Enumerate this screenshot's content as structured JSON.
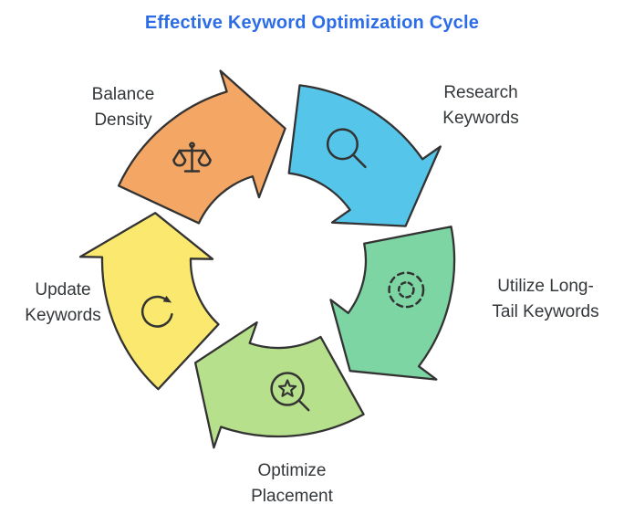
{
  "title": {
    "text": "Effective Keyword Optimization Cycle",
    "color": "#2c6ce6"
  },
  "diagram": {
    "stroke_color": "#333333",
    "label_color": "#33373a",
    "background": "#ffffff",
    "segments": [
      {
        "id": "research-keywords",
        "label": "Research\nKeywords",
        "color": "#55c6ea",
        "icon": "search-icon"
      },
      {
        "id": "utilize-long-tail",
        "label": "Utilize Long-\nTail Keywords",
        "color": "#7cd5a2",
        "icon": "target-icon"
      },
      {
        "id": "optimize-placement",
        "label": "Optimize\nPlacement",
        "color": "#b6e08c",
        "icon": "star-search-icon"
      },
      {
        "id": "update-keywords",
        "label": "Update\nKeywords",
        "color": "#fae96e",
        "icon": "refresh-icon"
      },
      {
        "id": "balance-density",
        "label": "Balance\nDensity",
        "color": "#f4a765",
        "icon": "balance-scale-icon"
      }
    ]
  }
}
